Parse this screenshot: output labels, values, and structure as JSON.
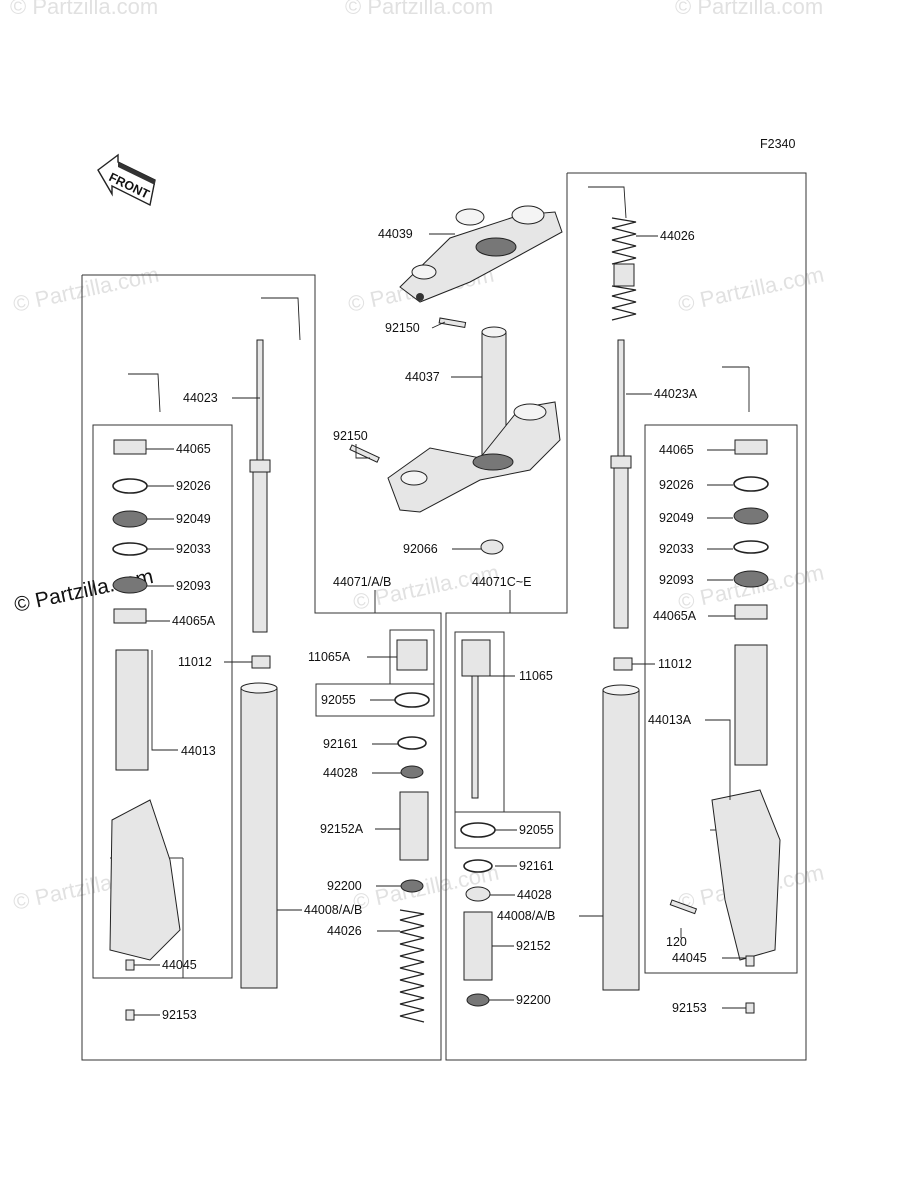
{
  "diagram_code": "F2340",
  "front_label": "FRONT",
  "watermarks": {
    "faint": "© Partzilla.com",
    "dark": "© Partzilla.com"
  },
  "labels": {
    "p44039": "44039",
    "p92150_top": "92150",
    "p44037": "44037",
    "p92150_mid": "92150",
    "p92066": "92066",
    "p44071ab": "44071/A/B",
    "p44071ce": "44071C~E",
    "p44023": "44023",
    "p44065_l": "44065",
    "p92026_l": "92026",
    "p92049_l": "92049",
    "p92033_l": "92033",
    "p92093_l": "92093",
    "p44065a_l": "44065A",
    "p11012_l": "11012",
    "p44013": "44013",
    "p44045_l": "44045",
    "p92153_l": "92153",
    "p11065a": "11065A",
    "p92055_l": "92055",
    "p92161_l": "92161",
    "p44028_l": "44028",
    "p92152a": "92152A",
    "p92200_l": "92200",
    "p44008_l": "44008/A/B",
    "p44026_l": "44026",
    "p44026_r": "44026",
    "p44023a": "44023A",
    "p44065_r": "44065",
    "p92026_r": "92026",
    "p92049_r": "92049",
    "p92033_r": "92033",
    "p92093_r": "92093",
    "p44065a_r": "44065A",
    "p11012_r": "11012",
    "p44013a": "44013A",
    "p11065": "11065",
    "p92055_r": "92055",
    "p92161_r": "92161",
    "p44028_r": "44028",
    "p44008_r": "44008/A/B",
    "p92152": "92152",
    "p92200_r": "92200",
    "p120": "120",
    "p44045_r": "44045",
    "p92153_r": "92153"
  }
}
